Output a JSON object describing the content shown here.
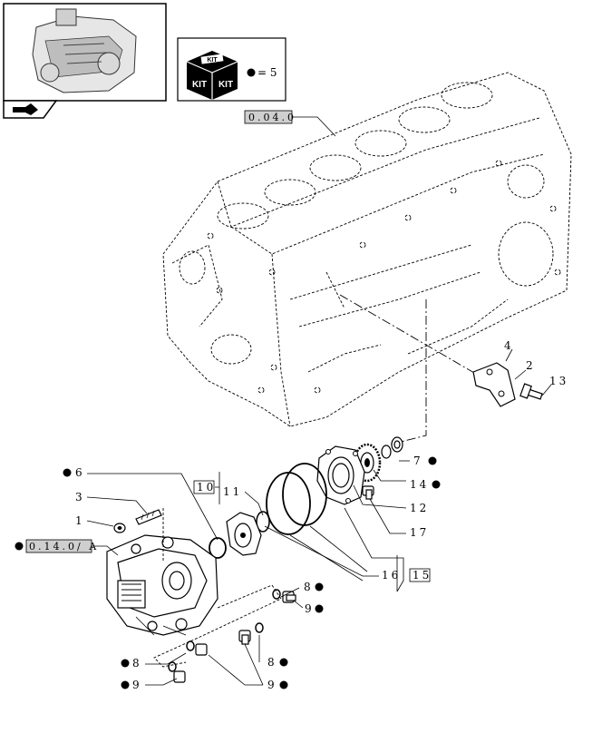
{
  "kit": {
    "label_top": "KIT",
    "label_left": "KIT",
    "label_right": "KIT",
    "count_text": "= 5"
  },
  "references": {
    "block": "0.04.0",
    "pump": "0.14.0/ A"
  },
  "callouts": {
    "c2": "2",
    "c3": "3",
    "c4": "4",
    "c6": "6",
    "c7": "7",
    "c8a": "8",
    "c8b": "8",
    "c8c": "8",
    "c9a": "9",
    "c9b": "9",
    "c9c": "9",
    "c10": "10",
    "c11": "11",
    "c12": "12",
    "c13": "13",
    "c14": "14",
    "c15": "15",
    "c16": "16",
    "c17": "17",
    "c1": "1"
  },
  "colors": {
    "ink": "#000000",
    "paper": "#ffffff",
    "ref_box": "#cfcfcf"
  }
}
